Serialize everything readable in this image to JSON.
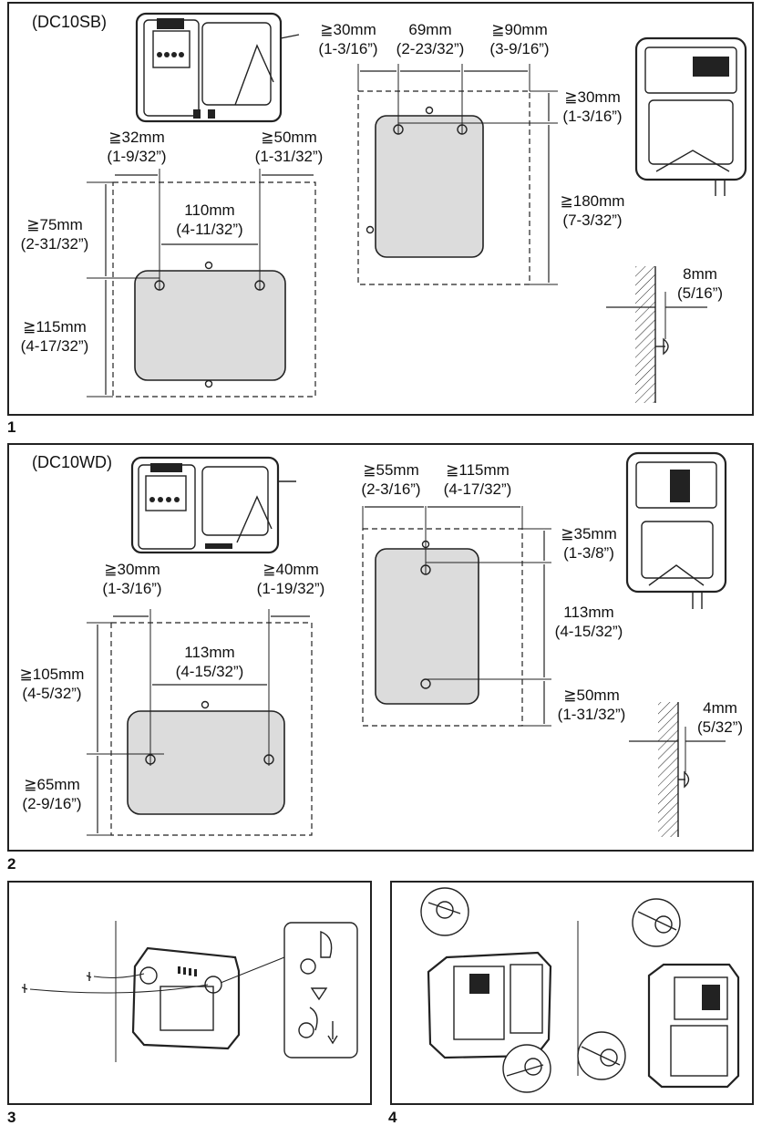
{
  "figures": {
    "fig1": {
      "number": "1",
      "model": "(DC10SB)",
      "left": {
        "top_left_mm": "≧32mm",
        "top_left_in": "(1-9/32”)",
        "top_right_mm": "≧50mm",
        "top_right_in": "(1-31/32”)",
        "width_mm": "110mm",
        "width_in": "(4-11/32”)",
        "upper_mm": "≧75mm",
        "upper_in": "(2-31/32”)",
        "lower_mm": "≧115mm",
        "lower_in": "(4-17/32”)"
      },
      "right": {
        "a_mm": "≧30mm",
        "a_in": "(1-3/16”)",
        "b_mm": "69mm",
        "b_in": "(2-23/32”)",
        "c_mm": "≧90mm",
        "c_in": "(3-9/16”)",
        "top_mm": "≧30mm",
        "top_in": "(1-3/16”)",
        "height_mm": "≧180mm",
        "height_in": "(7-3/32”)"
      },
      "screw": {
        "mm": "8mm",
        "in": "(5/16”)"
      }
    },
    "fig2": {
      "number": "2",
      "model": "(DC10WD)",
      "left": {
        "top_left_mm": "≧30mm",
        "top_left_in": "(1-3/16”)",
        "top_right_mm": "≧40mm",
        "top_right_in": "(1-19/32”)",
        "width_mm": "113mm",
        "width_in": "(4-15/32”)",
        "upper_mm": "≧105mm",
        "upper_in": "(4-5/32”)",
        "lower_mm": "≧65mm",
        "lower_in": "(2-9/16”)"
      },
      "right": {
        "a_mm": "≧55mm",
        "a_in": "(2-3/16”)",
        "b_mm": "≧115mm",
        "b_in": "(4-17/32”)",
        "top_mm": "≧35mm",
        "top_in": "(1-3/8”)",
        "mid_mm": "113mm",
        "mid_in": "(4-15/32”)",
        "bottom_mm": "≧50mm",
        "bottom_in": "(1-31/32”)"
      },
      "screw": {
        "mm": "4mm",
        "in": "(5/32”)"
      }
    },
    "fig3": {
      "number": "3"
    },
    "fig4": {
      "number": "4"
    }
  }
}
